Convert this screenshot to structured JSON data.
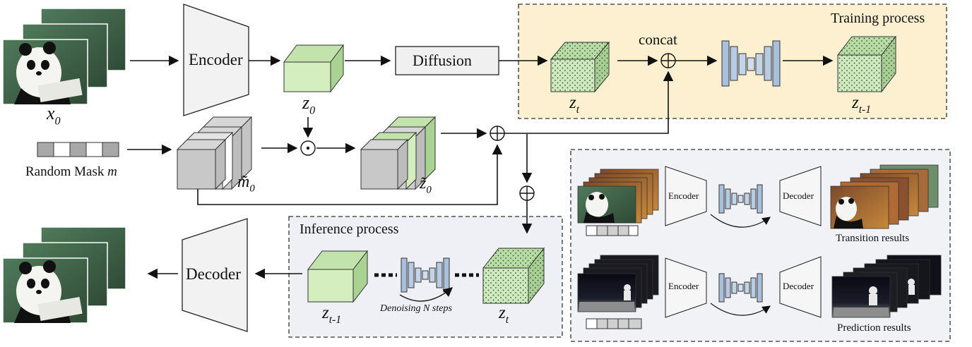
{
  "top": {
    "input_symbol": "x",
    "input_subscript": "0",
    "encoder": "Encoder",
    "latent_symbol": "z",
    "latent_subscript": "0",
    "diffusion": "Diffusion"
  },
  "mask": {
    "label": "Random Mask",
    "label_var": "m",
    "pattern": [
      "gray",
      "white",
      "gray",
      "white",
      "gray"
    ],
    "masked_symbol": "m̃",
    "masked_subscript": "0",
    "masked_latent_symbol": "z̃",
    "masked_latent_subscript": "0"
  },
  "operators": {
    "hadamard": "⊙",
    "plus": "⊕"
  },
  "training": {
    "title": "Training process",
    "concat": "concat",
    "zt_symbol": "z",
    "zt_subscript": "t",
    "ztm1_symbol": "z",
    "ztm1_subscript": "t-1"
  },
  "inference": {
    "title": "Inference process",
    "ztm1_symbol": "z",
    "ztm1_subscript": "t-1",
    "zt_symbol": "z",
    "zt_subscript": "t",
    "steps": "Denoising N steps"
  },
  "bottom": {
    "decoder": "Decoder"
  },
  "examples": {
    "encoder1": "Encoder",
    "decoder1": "Decoder",
    "result1": "Transition results",
    "encoder2": "Encoder",
    "decoder2": "Decoder",
    "result2": "Prediction results"
  },
  "colors": {
    "latent_green": "#d4eec0",
    "training_bg": "#fdf0d0",
    "inference_bg": "#eef0f6",
    "unet_blue": "#a9c0dd",
    "mask_gray": "#a8a8a8"
  }
}
